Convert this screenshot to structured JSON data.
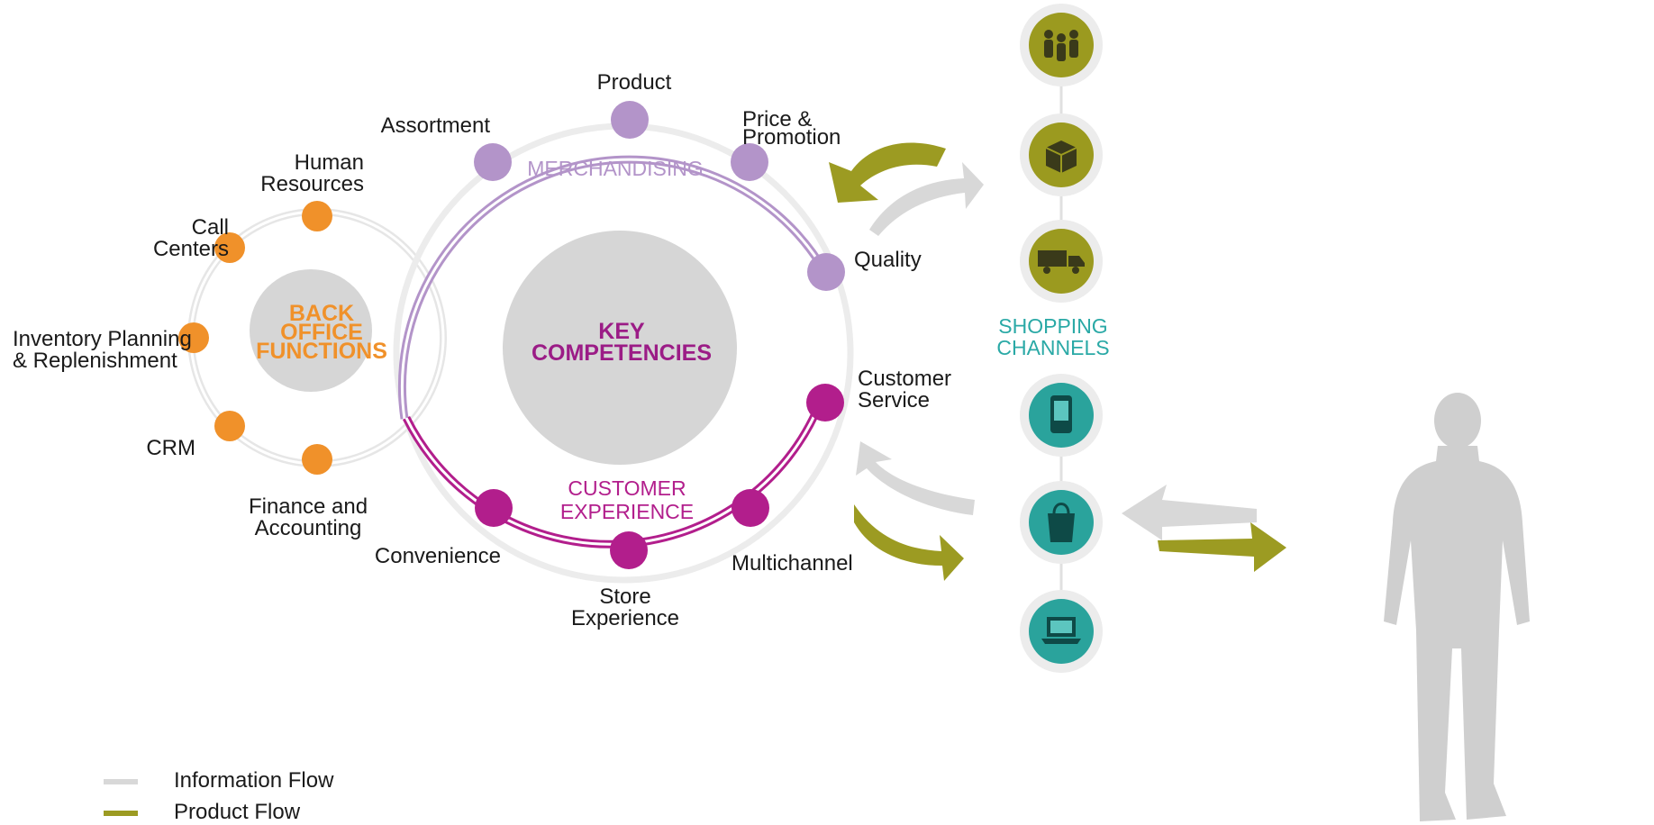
{
  "colors": {
    "back_office": "#f0912a",
    "merchandising": "#b394c9",
    "customer_experience": "#b21e8c",
    "key_text": "#9b1c86",
    "channel_olive": "#9b9a1f",
    "channel_teal": "#2aa39c",
    "channels_text": "#2aa9a6",
    "hub_gray": "#d6d6d6",
    "info_flow": "#d8d8d8",
    "product_flow": "#9c9b22",
    "person": "#cfcfcf"
  },
  "back_office": {
    "title": [
      "BACK",
      "OFFICE",
      "FUNCTIONS"
    ],
    "items": [
      {
        "lines": [
          "Human",
          "Resources"
        ]
      },
      {
        "lines": [
          "Call",
          "Centers"
        ]
      },
      {
        "lines": [
          "Inventory Planning",
          "& Replenishment"
        ]
      },
      {
        "lines": [
          "CRM"
        ]
      },
      {
        "lines": [
          "Finance and",
          "Accounting"
        ]
      }
    ]
  },
  "key_competencies": {
    "title": [
      "KEY",
      "COMPETENCIES"
    ]
  },
  "merchandising": {
    "title": "MERCHANDISING",
    "items": [
      {
        "lines": [
          "Assortment"
        ]
      },
      {
        "lines": [
          "Product"
        ]
      },
      {
        "lines": [
          "Price &",
          "Promotion"
        ]
      },
      {
        "lines": [
          "Quality"
        ]
      }
    ]
  },
  "customer_experience": {
    "title": [
      "CUSTOMER",
      "EXPERIENCE"
    ],
    "items": [
      {
        "lines": [
          "Customer",
          "Service"
        ]
      },
      {
        "lines": [
          "Multichannel"
        ]
      },
      {
        "lines": [
          "Store",
          "Experience"
        ]
      },
      {
        "lines": [
          "Convenience"
        ]
      }
    ]
  },
  "shopping_channels": {
    "title": [
      "SHOPPING",
      "CHANNELS"
    ],
    "icons": [
      "people-icon",
      "box-icon",
      "truck-icon",
      "mobile-phone-icon",
      "shopping-bag-icon",
      "laptop-icon"
    ]
  },
  "legend": [
    {
      "label": "Information Flow",
      "color": "#d8d8d8"
    },
    {
      "label": "Product Flow",
      "color": "#9c9b22"
    }
  ]
}
